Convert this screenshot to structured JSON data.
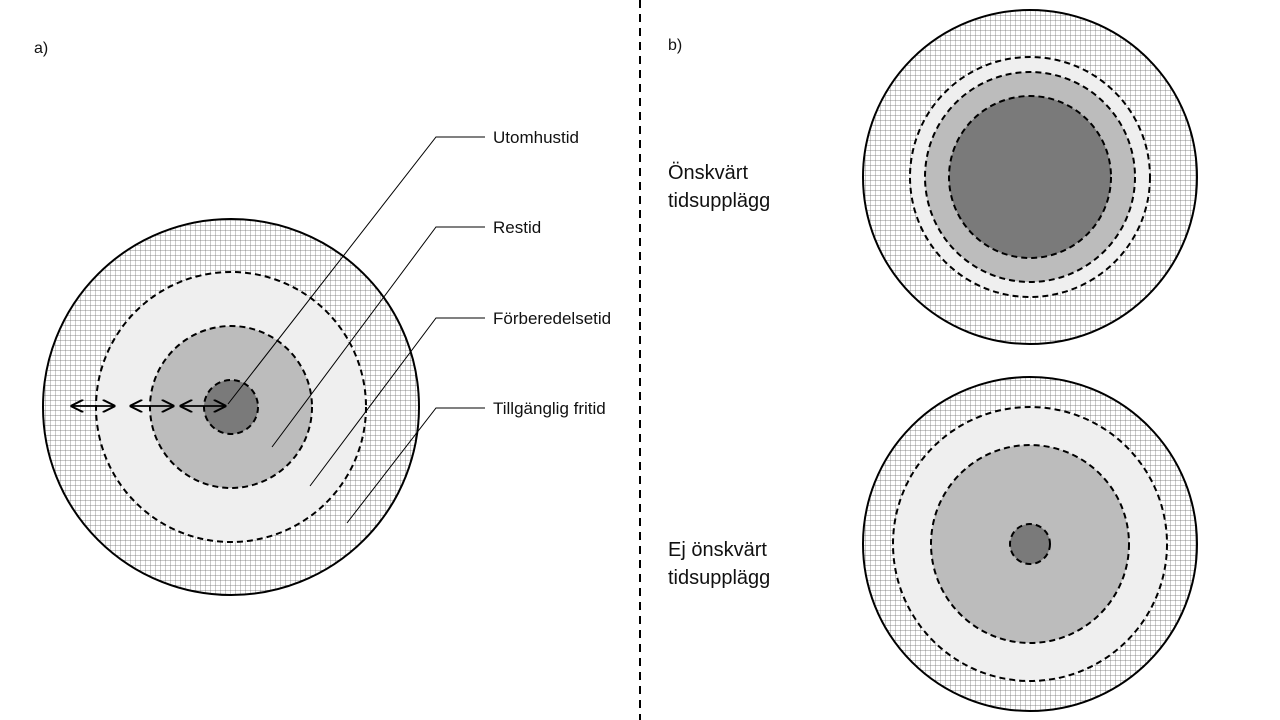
{
  "panel_a": {
    "label": "a)",
    "legend": {
      "outdoor_time": "Utomhustid",
      "travel_time": "Restid",
      "preparation_time": "Förberedelsetid",
      "available_free_time": "Tillgänglig fritid"
    }
  },
  "panel_b": {
    "label": "b)",
    "desirable": {
      "line1": "Önskvärt",
      "line2": "tidsupplägg"
    },
    "undesirable": {
      "line1": "Ej önskvärt",
      "line2": "tidsupplägg"
    }
  },
  "colors": {
    "outdoor": "#7a7a7a",
    "travel": "#bcbcbc",
    "preparation": "#efefef",
    "grid_line": "#6a6a6a",
    "outline": "#000000"
  }
}
